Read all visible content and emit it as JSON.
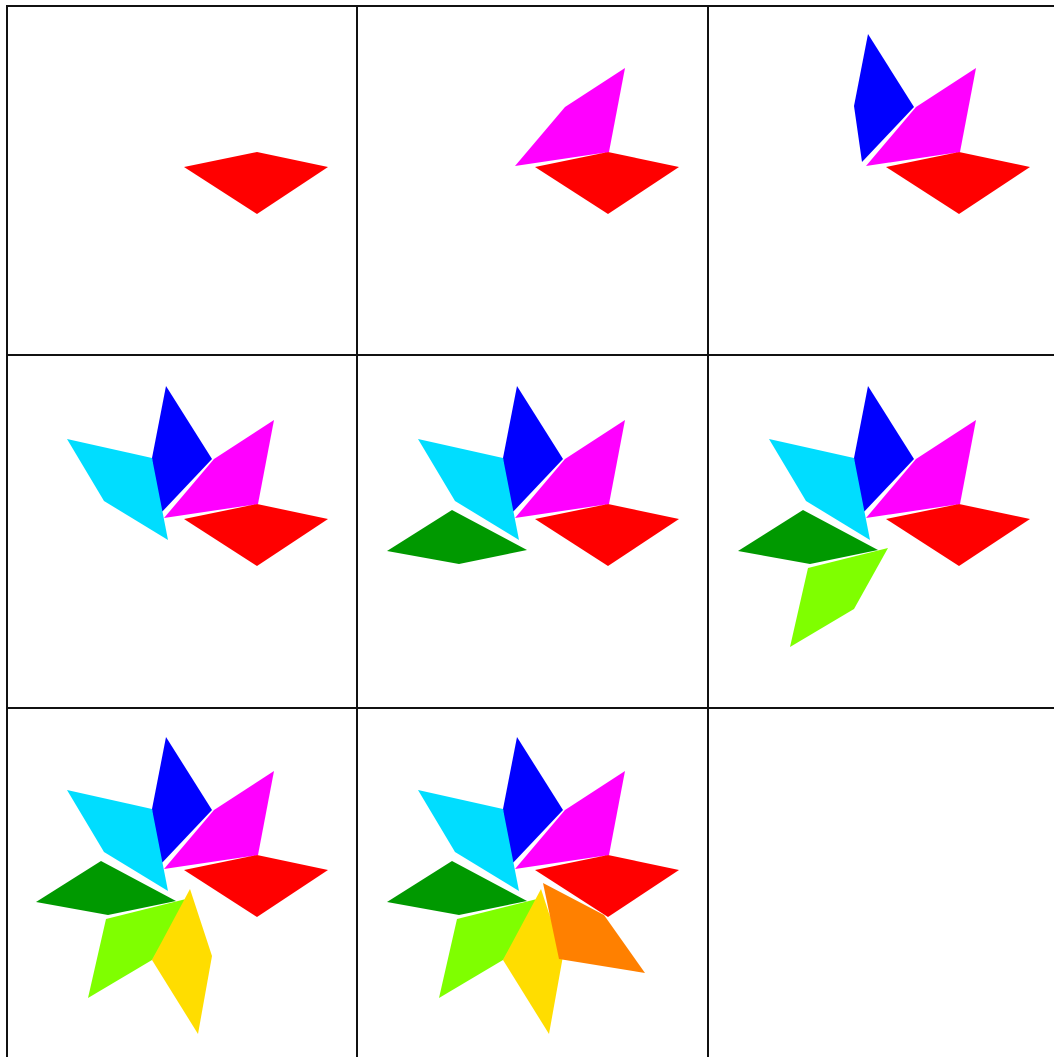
{
  "grid": {
    "rows": 3,
    "cols": 3,
    "filled_cells": 8
  },
  "petal_colors": {
    "red": "#ff0000",
    "magenta": "#ff00ff",
    "blue": "#0000ff",
    "cyan": "#00ddff",
    "green": "#009900",
    "lime": "#7fff00",
    "yellow": "#ffdd00",
    "orange": "#ff8000"
  },
  "stages": [
    {
      "petals": [
        "red"
      ]
    },
    {
      "petals": [
        "red",
        "magenta"
      ]
    },
    {
      "petals": [
        "red",
        "magenta",
        "blue"
      ]
    },
    {
      "petals": [
        "red",
        "magenta",
        "blue",
        "cyan"
      ]
    },
    {
      "petals": [
        "red",
        "magenta",
        "blue",
        "cyan",
        "green"
      ]
    },
    {
      "petals": [
        "red",
        "magenta",
        "blue",
        "cyan",
        "green",
        "lime"
      ]
    },
    {
      "petals": [
        "red",
        "magenta",
        "blue",
        "cyan",
        "green",
        "lime",
        "yellow"
      ]
    },
    {
      "petals": [
        "red",
        "magenta",
        "blue",
        "cyan",
        "green",
        "lime",
        "yellow",
        "orange"
      ]
    }
  ]
}
